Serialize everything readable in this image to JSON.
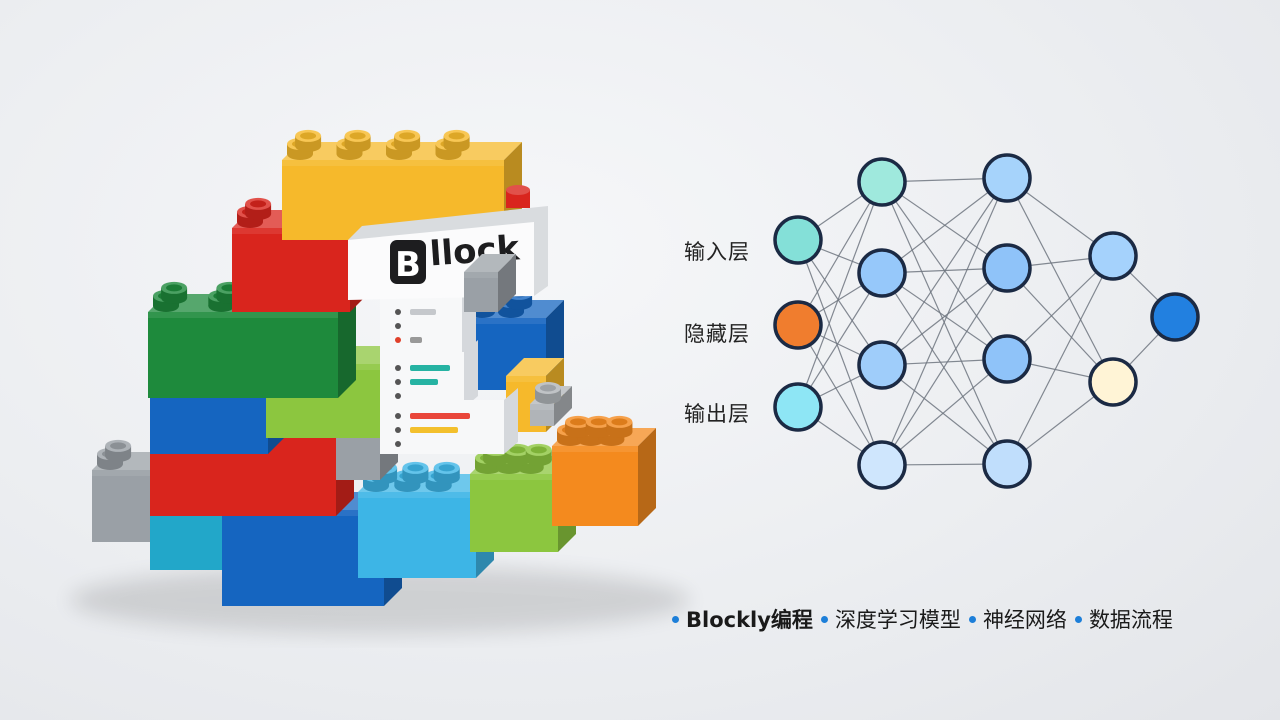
{
  "brand": {
    "logo_text": "Bllock"
  },
  "network": {
    "labels": [
      "输入层",
      "隐藏层",
      "输出层"
    ]
  },
  "caption": {
    "items": [
      {
        "text": "Blockly编程",
        "bold": true
      },
      {
        "text": "深度学习模型",
        "bold": false
      },
      {
        "text": "神经网络",
        "bold": false
      },
      {
        "text": "数据流程",
        "bold": false
      }
    ]
  },
  "colors": {
    "accent": "#1d7fd9",
    "brick_yellow": "#f6b92b",
    "brick_red": "#d9251d",
    "brick_green": "#1e8a3c",
    "brick_blue": "#1565c0",
    "brick_lime": "#8cc63f",
    "brick_orange": "#f48a1e",
    "brick_cyan": "#22a7c9",
    "brick_gray": "#9aa0a6",
    "node_outline": "#1b2a44"
  }
}
